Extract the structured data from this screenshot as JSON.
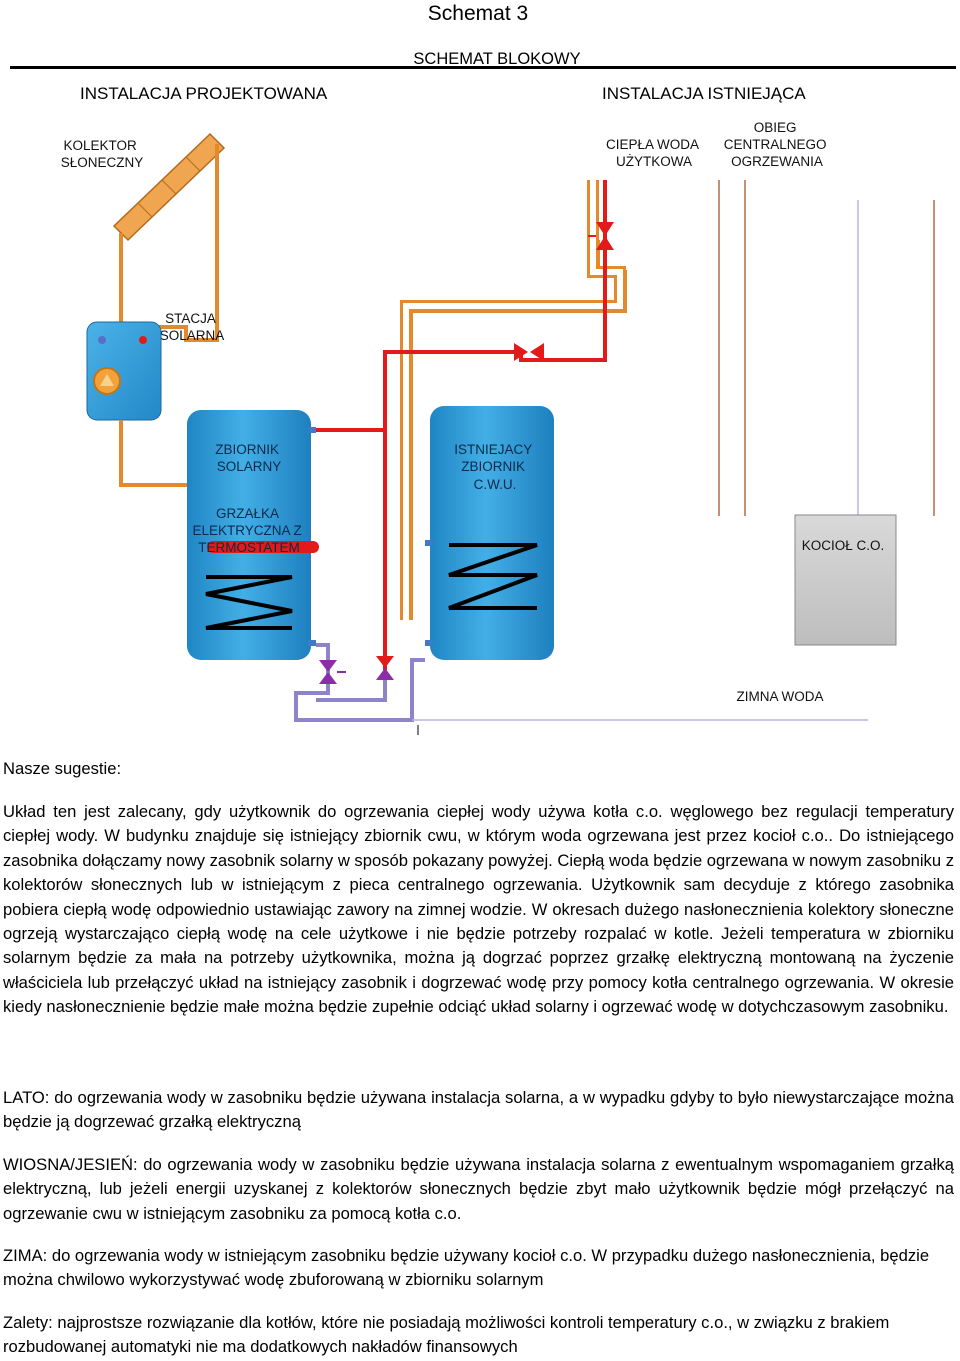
{
  "diagram": {
    "title": "Schemat 3",
    "subtitle": "SCHEMAT BLOKOWY",
    "section_left": "INSTALACJA PROJEKTOWANA",
    "section_right": "INSTALACJA ISTNIEJĄCA",
    "labels": {
      "collector": [
        "KOLEKTOR",
        "SŁONECZNY"
      ],
      "hot_water": [
        "CIEPŁA WODA",
        "UŻYTKOWA"
      ],
      "heating": [
        "OBIEG",
        "CENTRALNEGO",
        "OGRZEWANIA"
      ],
      "solar_station": [
        "STACJA",
        "SOLARNA"
      ],
      "solar_tank": [
        "ZBIORNIK",
        "SOLARNY"
      ],
      "heater": [
        "GRZAŁKA",
        "ELEKTRYCZNA Z",
        "TERMOSTATEM"
      ],
      "existing_tank": [
        "ISTNIEJACY",
        "ZBIORNIK",
        "C.W.U."
      ],
      "boiler": "KOCIOŁ C.O.",
      "cold_water": "ZIMNA WODA"
    },
    "colors": {
      "pipe_hot": "#e21a1a",
      "pipe_orange": "#e38b2c",
      "tank": "#2e9ad6",
      "pipe_cold": "#8e84cc",
      "heating_line": "#c98f73",
      "boiler": "#cbcbcb"
    }
  },
  "text": {
    "intro": "Nasze sugestie:",
    "p1": "Układ ten jest zalecany, gdy użytkownik do ogrzewania ciepłej wody używa kotła c.o. węglowego bez regulacji temperatury ciepłej wody. W budynku znajduje się istniejący zbiornik cwu, w którym woda ogrzewana jest przez kocioł c.o.. Do istniejącego zasobnika dołączamy nowy zasobnik solarny w sposób pokazany powyżej. Ciepłą woda będzie ogrzewana w nowym zasobniku z kolektorów słonecznych lub w istniejącym z pieca centralnego ogrzewania. Użytkownik sam decyduje z którego zasobnika pobiera ciepłą wodę odpowiednio ustawiając zawory na zimnej wodzie. W okresach dużego nasłonecznienia kolektory słoneczne ogrzeją wystarczająco ciepłą wodę na cele użytkowe i nie będzie potrzeby rozpalać w kotle. Jeżeli temperatura w zbiorniku solarnym będzie za mała na potrzeby użytkownika, można ją dogrzać poprzez grzałkę elektryczną montowaną na życzenie właściciela lub przełączyć układ na istniejący zasobnik i dogrzewać wodę przy pomocy kotła centralnego ogrzewania. W okresie kiedy nasłonecznienie będzie małe można będzie zupełnie odciąć układ solarny i ogrzewać wodę w dotychczasowym zasobniku.",
    "p2": "LATO: do ogrzewania wody w zasobniku będzie używana instalacja solarna, a w wypadku gdyby to było niewystarczające można będzie ją dogrzewać grzałką elektryczną",
    "p3": "WIOSNA/JESIEŃ: do ogrzewania wody w zasobniku będzie używana instalacja solarna z ewentualnym wspomaganiem grzałką elektryczną, lub jeżeli energii uzyskanej z kolektorów słonecznych będzie zbyt mało użytkownik będzie mógł przełączyć na ogrzewanie cwu w istniejącym zasobniku za pomocą kotła c.o.",
    "p4": "ZIMA: do ogrzewania wody w istniejącym zasobniku będzie używany kocioł c.o. W przypadku dużego nasłonecznienia, będzie można chwilowo wykorzystywać wodę zbuforowaną w zbiorniku solarnym",
    "p5": "Zalety: najprostsze rozwiązanie dla kotłów, które nie posiadają możliwości kontroli temperatury c.o., w związku z brakiem rozbudowanej automatyki nie ma dodatkowych nakładów finansowych"
  }
}
